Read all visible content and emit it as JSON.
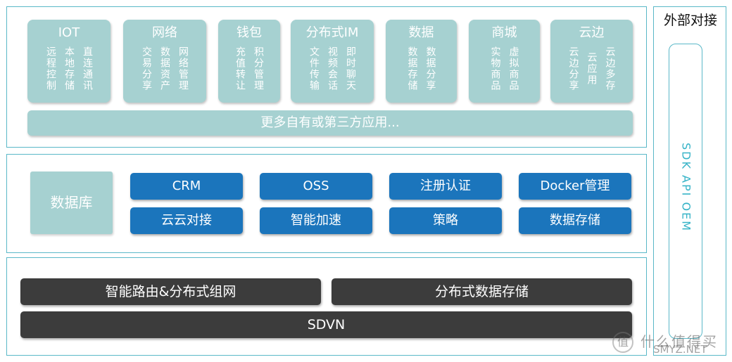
{
  "modules": [
    {
      "title": "IOT",
      "cols": [
        "远程控制",
        "本地存储",
        "直连通讯"
      ]
    },
    {
      "title": "网络",
      "cols": [
        "交易分享",
        "数据资产",
        "网络管理"
      ]
    },
    {
      "title": "钱包",
      "cols": [
        "充值转让",
        "积分管理"
      ]
    },
    {
      "title": "分布式IM",
      "cols": [
        "文件传输",
        "视频会话",
        "即时聊天"
      ]
    },
    {
      "title": "数据",
      "cols": [
        "数据存储",
        "数据分享"
      ]
    },
    {
      "title": "商城",
      "cols": [
        "实物商品",
        "虚拟商品"
      ]
    },
    {
      "title": "云边",
      "cols": [
        "云边分享",
        "云应用",
        "云边多存"
      ]
    }
  ],
  "more_apps": "更多自有或第三方应用...",
  "database": "数据库",
  "services": [
    "CRM",
    "OSS",
    "注册认证",
    "Docker管理",
    "云云对接",
    "智能加速",
    "策略",
    "数据存储"
  ],
  "network": {
    "routing": "智能路由&分布式组网",
    "storage": "分布式数据存储",
    "sdvn": "SDVN"
  },
  "external": {
    "title": "外部对接",
    "sdk": "SDK API OEM"
  },
  "watermark": {
    "logo_glyph": "值",
    "cn": "什么值得买",
    "en": "SMYZ.NET"
  }
}
